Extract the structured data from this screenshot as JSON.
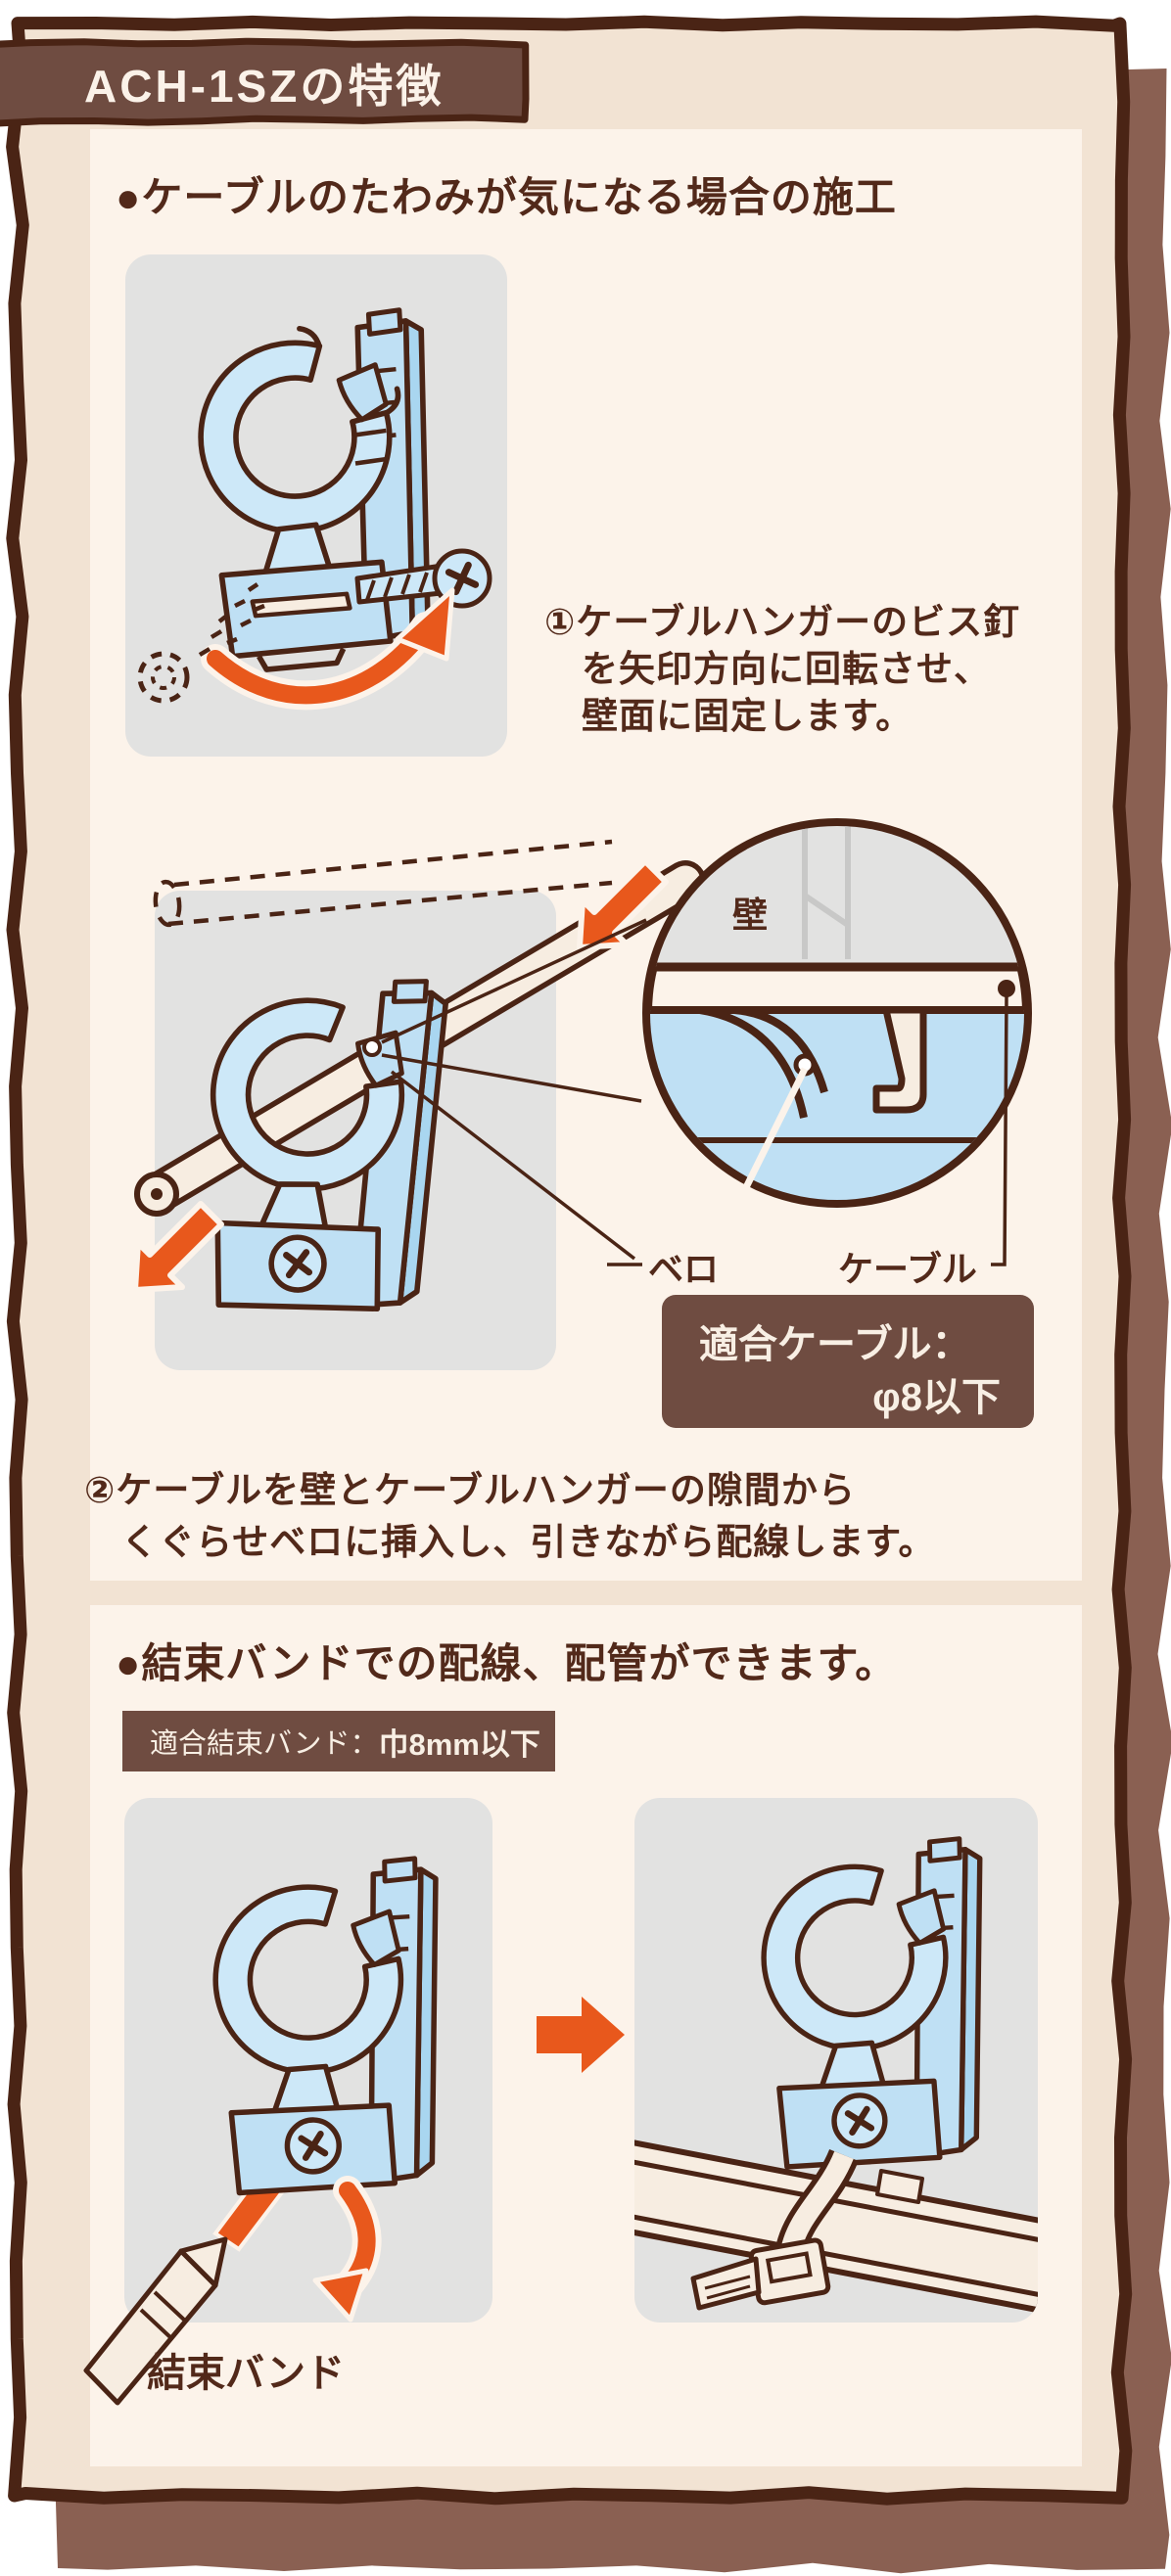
{
  "banner": {
    "title": "ACH-1SZの特徴"
  },
  "sections": [
    {
      "heading": "●ケーブルのたわみが気になる場合の施工",
      "step1_lines": [
        "①ケーブルハンガーのビス釘",
        "　を矢印方向に回転させ、",
        "　壁面に固定します。"
      ],
      "detail": {
        "wall_label": "壁",
        "tongue_label": "ベロ",
        "cable_label": "ケーブル"
      },
      "cable_spec": {
        "line1": "適合ケーブル：",
        "line2": "φ8以下"
      },
      "step2_lines": [
        "②ケーブルを壁とケーブルハンガーの隙間から",
        "　くぐらせベロに挿入し、引きながら配線します。"
      ]
    },
    {
      "heading": "●結束バンドでの配線、配管ができます。",
      "band_spec": {
        "label": "適合結束バンド：",
        "value": "巾8mm以下"
      },
      "tie_label": "結束バンド"
    }
  ],
  "colors": {
    "frame_border": "#4A2415",
    "frame_shadow": "#8A6052",
    "cream_bg": "#F2E3D3",
    "panel_bg": "#FCF3EA",
    "brown_box": "#6F4C41",
    "text_brown": "#52291A",
    "illustration_gray": "#E2E2E1",
    "hanger_blue": "#BFE0F4",
    "hanger_blue_light": "#CDE8F8",
    "hanger_blue_side": "#A9D6F0",
    "accent_orange": "#E8581C"
  }
}
